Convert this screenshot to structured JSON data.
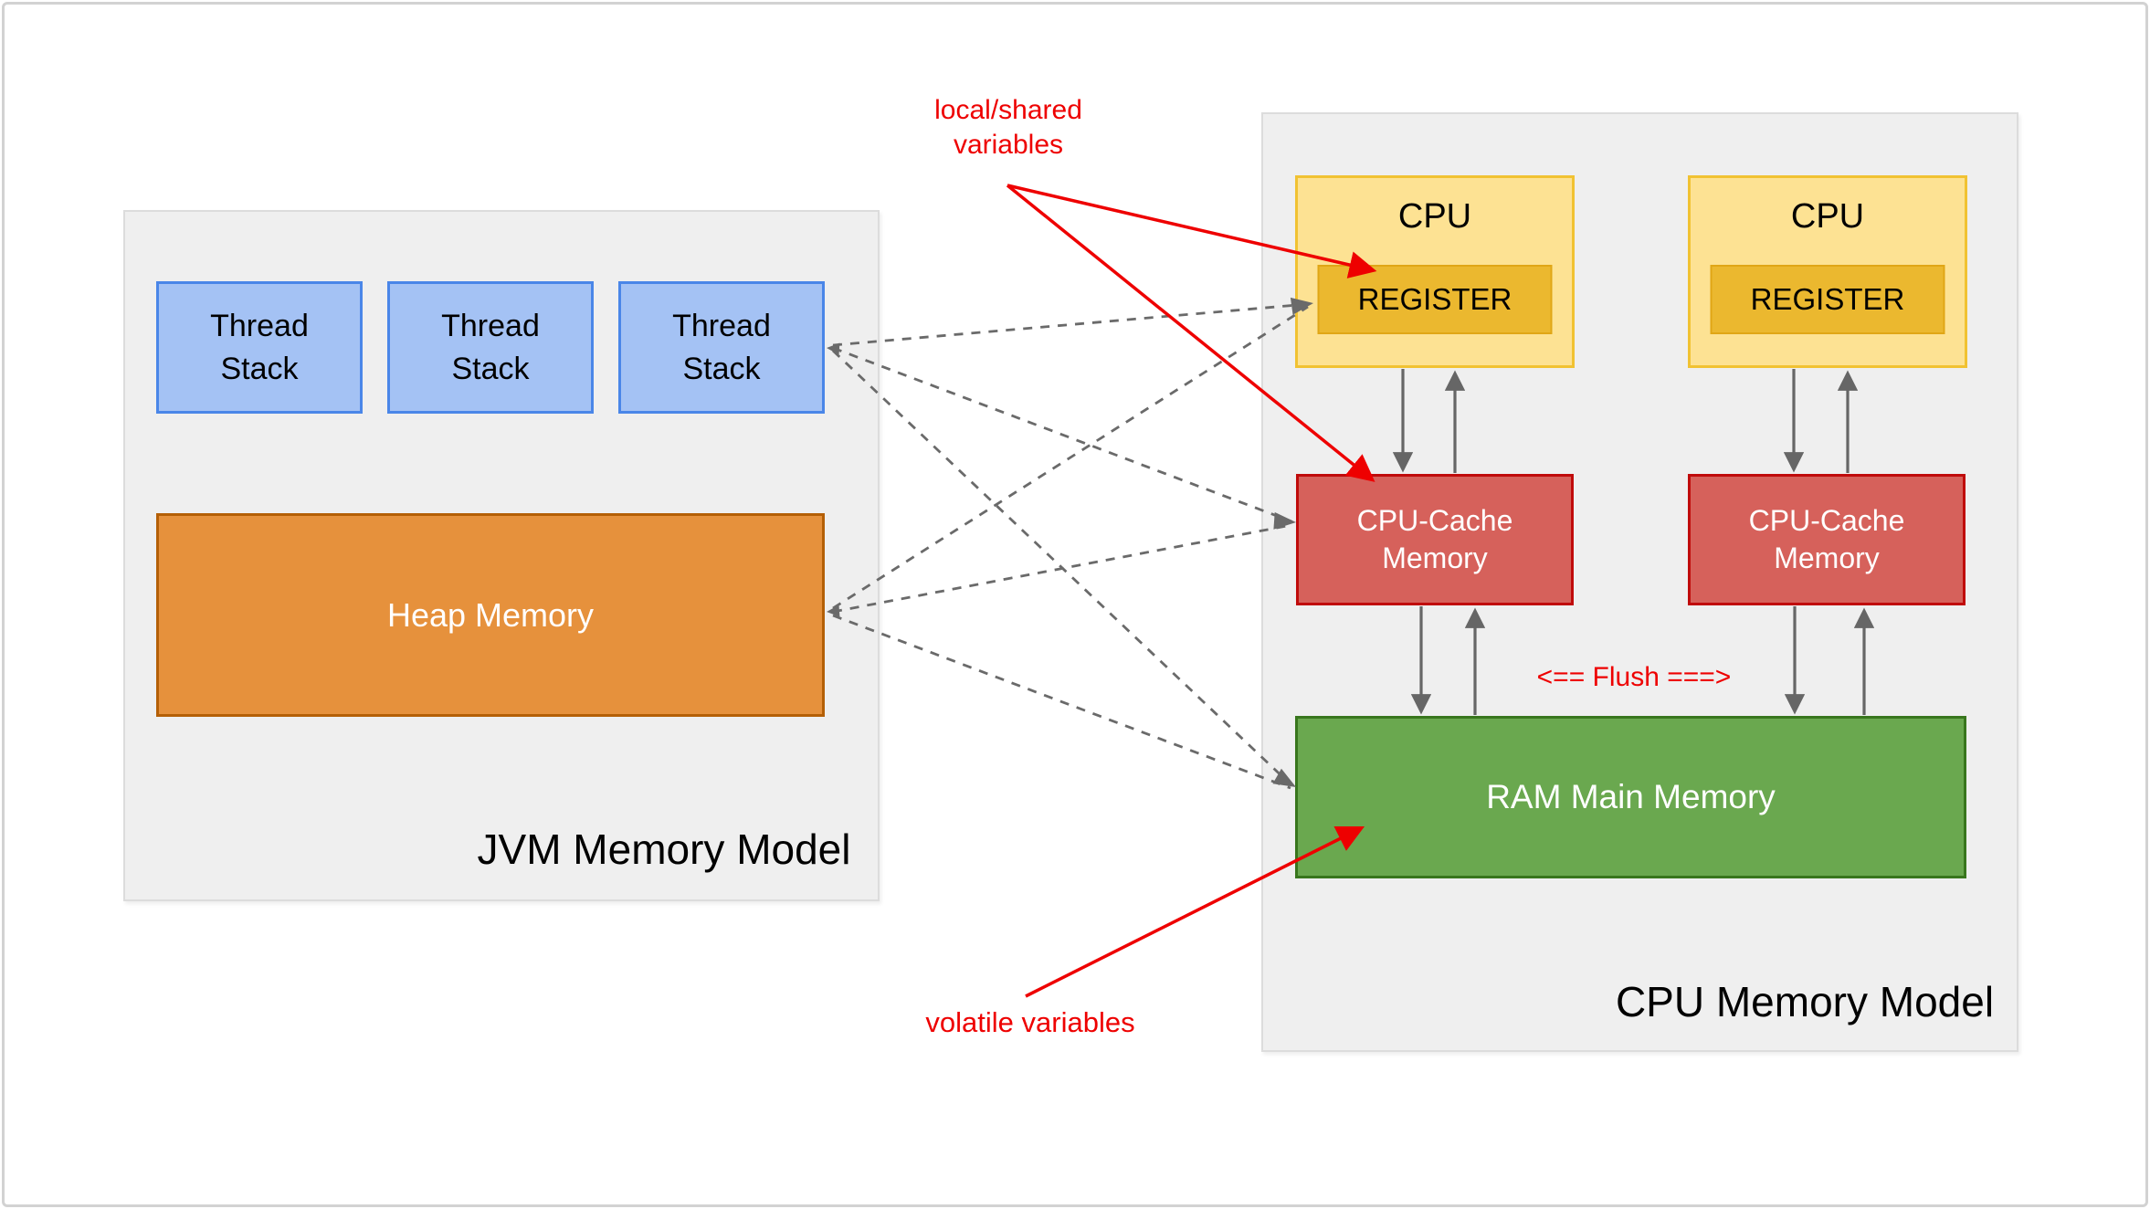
{
  "jvm_model": {
    "label": "JVM Memory Model",
    "thread_stacks": [
      {
        "line1": "Thread",
        "line2": "Stack"
      },
      {
        "line1": "Thread",
        "line2": "Stack"
      },
      {
        "line1": "Thread",
        "line2": "Stack"
      }
    ],
    "heap_label": "Heap Memory"
  },
  "cpu_model": {
    "label": "CPU Memory Model",
    "units": [
      {
        "cpu_label": "CPU",
        "register_label": "REGISTER",
        "cache_line1": "CPU-Cache",
        "cache_line2": "Memory"
      },
      {
        "cpu_label": "CPU",
        "register_label": "REGISTER",
        "cache_line1": "CPU-Cache",
        "cache_line2": "Memory"
      }
    ],
    "ram_label": "RAM Main Memory"
  },
  "annotations": {
    "local_shared_line1": "local/shared",
    "local_shared_line2": "variables",
    "volatile_label": "volatile variables",
    "flush_label": "<== Flush ===>"
  },
  "colors": {
    "thread_stack_fill": "#a4c2f4",
    "thread_stack_border": "#4a86e8",
    "heap_fill": "#e6913c",
    "heap_border": "#b45f06",
    "cpu_fill": "#fde293",
    "cpu_border": "#f1c232",
    "register_fill": "#ebb82f",
    "register_border": "#e0a616",
    "cache_fill": "#d6615b",
    "cache_border": "#c00b0b",
    "ram_fill": "#6aa84f",
    "ram_border": "#38761d",
    "container_fill": "#efefef",
    "container_border": "#dcdcdc",
    "annotation_red": "#ee0000",
    "connector_gray": "#6a6a6a"
  }
}
